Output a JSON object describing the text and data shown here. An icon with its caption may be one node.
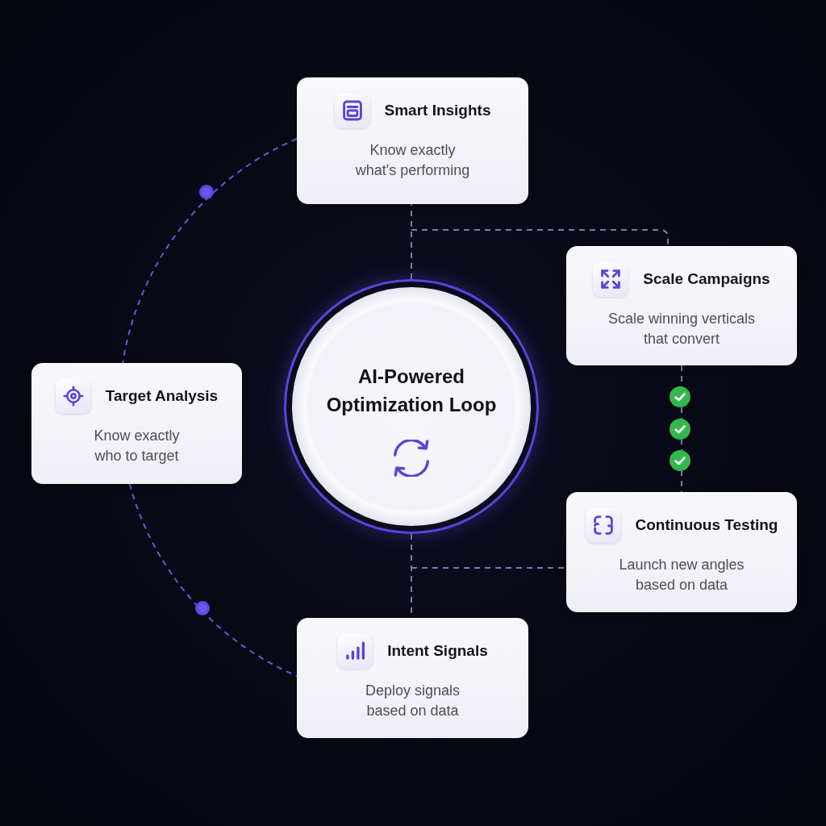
{
  "diagram": {
    "nodes": [
      {
        "text": [
          "AI-Powered Optimization Loop"
        ]
      },
      {
        "text": [
          "Smart Insights",
          "Know exactly what's performing"
        ]
      },
      {
        "text": [
          "Scale Campaigns",
          "Scale winning verticals that convert"
        ]
      },
      {
        "text": [
          "Target Analysis",
          "Know exactly who to target"
        ]
      },
      {
        "text": [
          "Continuous Testing",
          "Launch new angles based on data"
        ]
      },
      {
        "text": [
          "Intent Signals",
          "Deploy signals based on data"
        ]
      }
    ],
    "edges": [
      {
        "from": 0,
        "to": 1,
        "arrow": "none",
        "style": "dashed"
      },
      {
        "from": 0,
        "to": 2,
        "arrow": "none",
        "style": "dashed"
      },
      {
        "from": 2,
        "to": 4,
        "arrow": "none",
        "style": "dashed"
      },
      {
        "from": 0,
        "to": 5,
        "arrow": "none",
        "style": "dashed"
      },
      {
        "from": 0,
        "to": 4,
        "arrow": "none",
        "style": "dashed"
      },
      {
        "from": 1,
        "to": 3,
        "arrow": "none",
        "style": "dashed",
        "color": "#6a55e0"
      },
      {
        "from": 3,
        "to": 5,
        "arrow": "none",
        "style": "dashed",
        "color": "#6a55e0"
      }
    ]
  }
}
